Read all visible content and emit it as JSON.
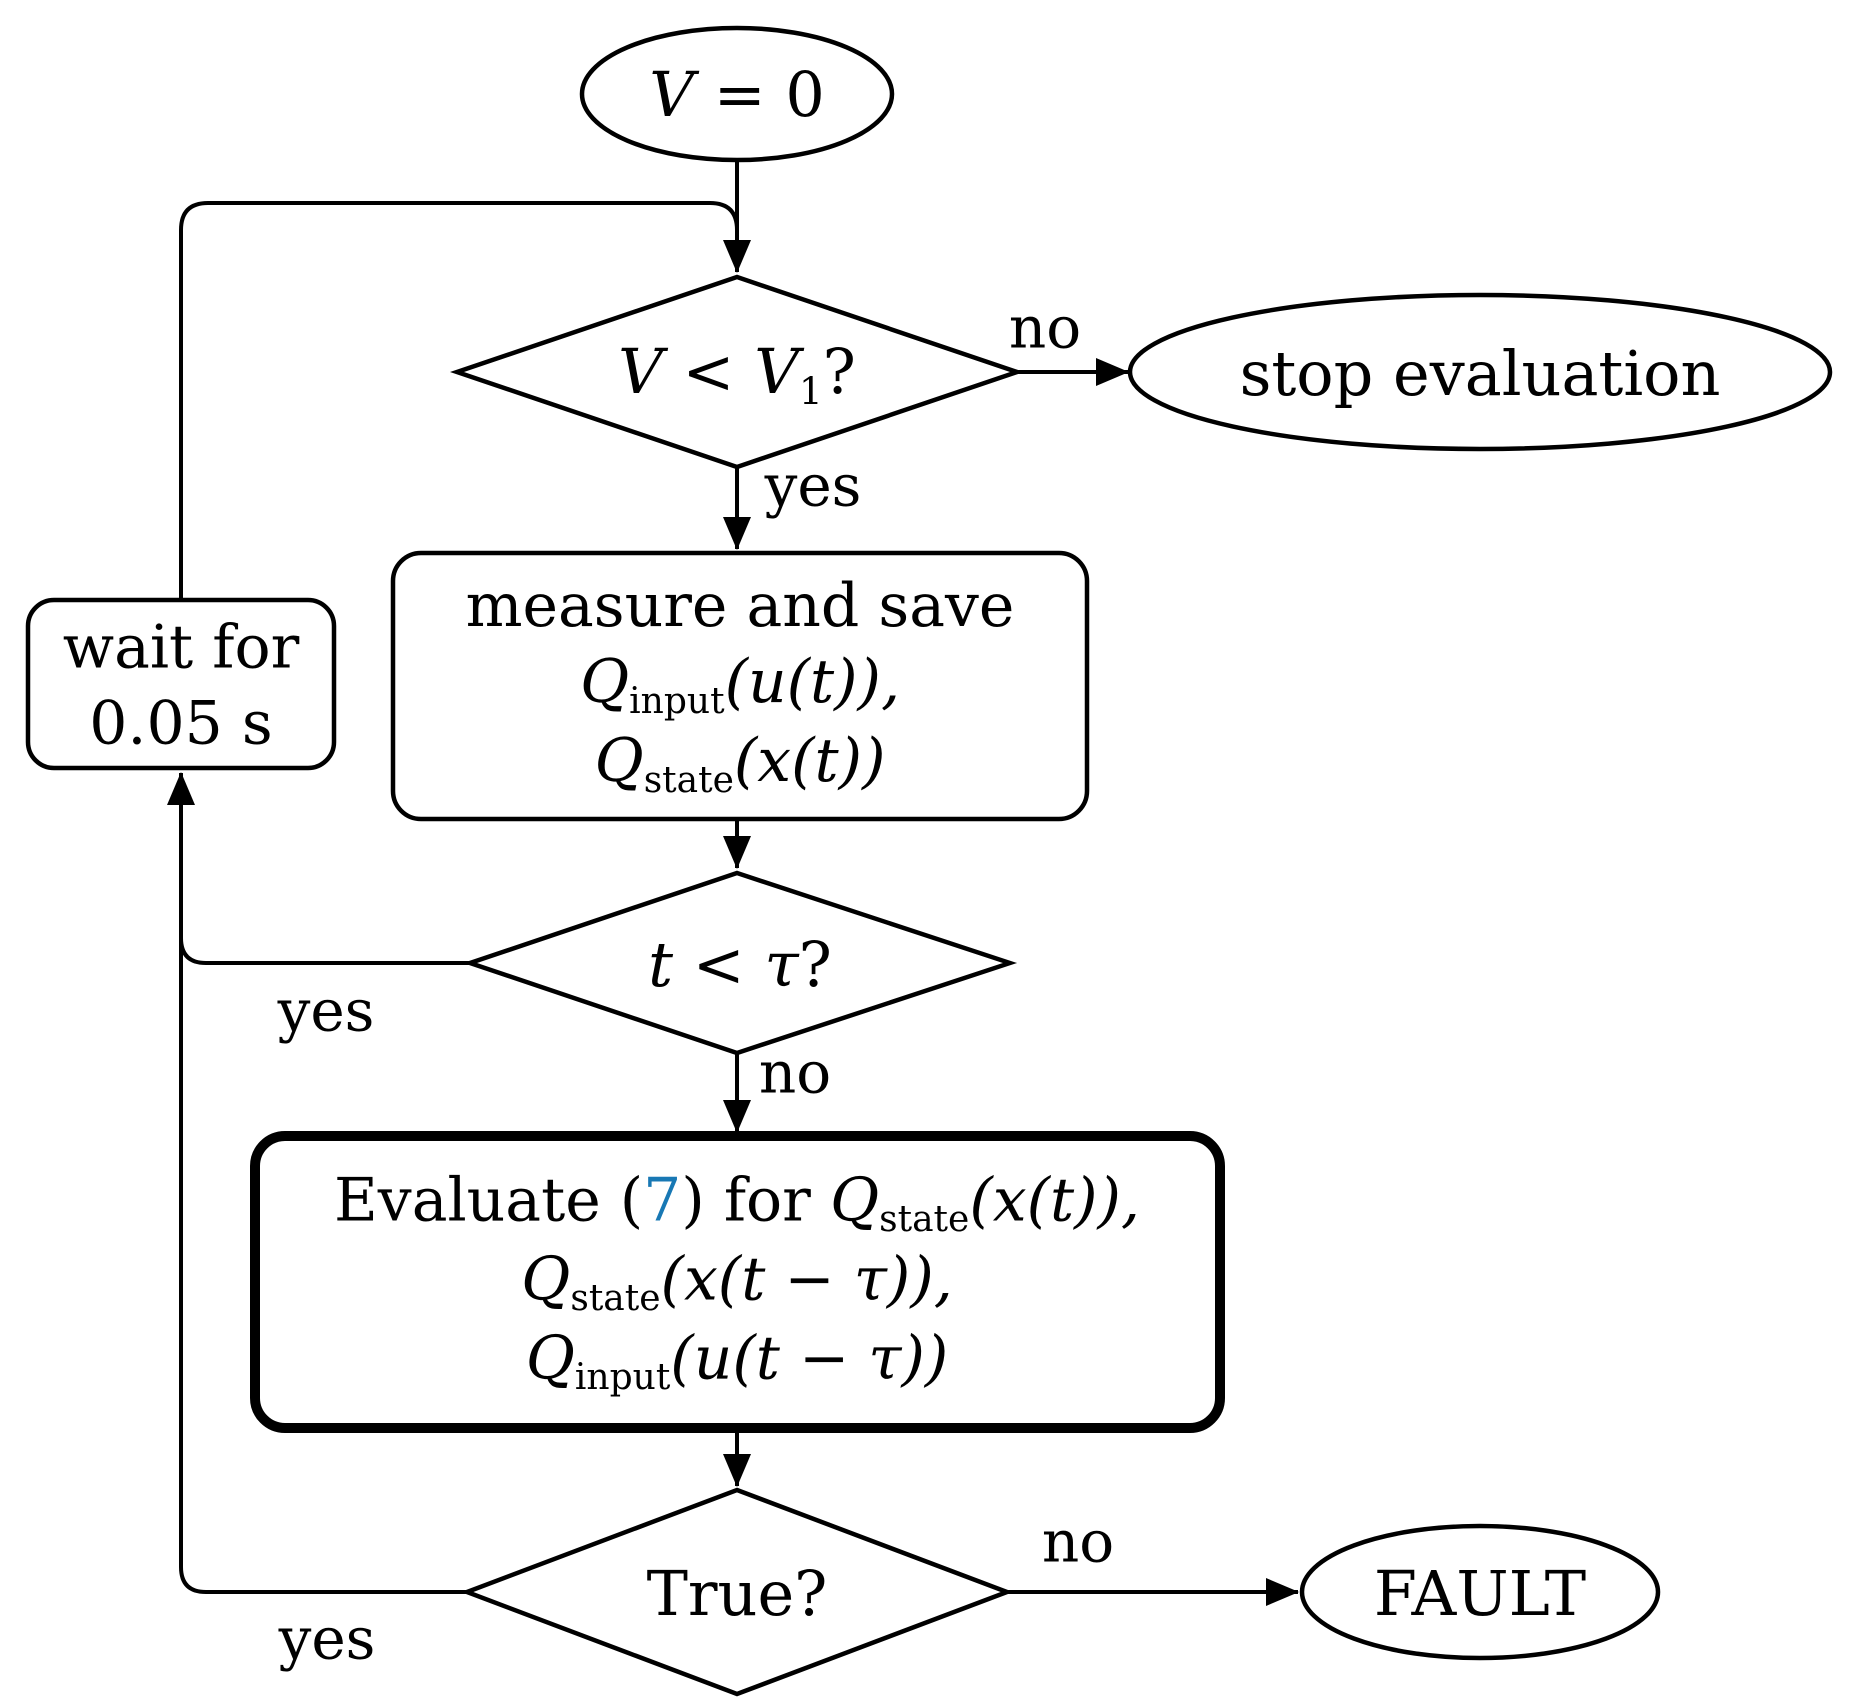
{
  "colors": {
    "ink": "#000000",
    "background": "#ffffff",
    "reference_blue": "#1878b4"
  },
  "start": {
    "v": "V",
    "eq": " = 0"
  },
  "decision_v1": {
    "pre": "V < V",
    "sub": "1",
    "post": "?"
  },
  "stop": {
    "label": "stop evaluation"
  },
  "measure": {
    "title": "measure and save",
    "q1": "Q",
    "q1sub": "input",
    "q1arg": "(u(t)),",
    "q2": "Q",
    "q2sub": "state",
    "q2arg": "(x(t))"
  },
  "wait": {
    "line1": "wait for",
    "line2": "0.05 s"
  },
  "decision_t": {
    "pre": "t < τ",
    "post": "?"
  },
  "evaluate": {
    "pre": "Evaluate (",
    "ref": "7",
    "mid": ") for ",
    "q1": "Q",
    "q1sub": "state",
    "q1arg": "(x(t)),",
    "q2": "Q",
    "q2sub": "state",
    "q2arg": "(x(t − τ)),",
    "q3": "Q",
    "q3sub": "input",
    "q3arg": "(u(t − τ))"
  },
  "decision_true": {
    "label": "True?"
  },
  "fault": {
    "label": "FAULT"
  },
  "edges": {
    "v1_yes": "yes",
    "v1_no": "no",
    "t_yes": "yes",
    "t_no": "no",
    "true_yes": "yes",
    "true_no": "no"
  }
}
